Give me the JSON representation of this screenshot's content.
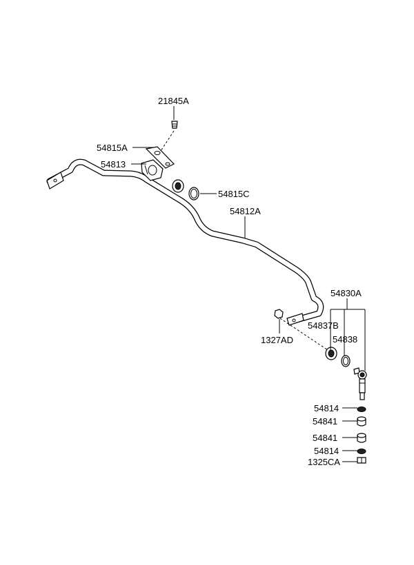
{
  "diagram": {
    "labels": {
      "p21845A": "21845A",
      "p54815A": "54815A",
      "p54813": "54813",
      "p54815C": "54815C",
      "p54812A": "54812A",
      "p54830A": "54830A",
      "p54837B": "54837B",
      "p54838": "54838",
      "p1327AD": "1327AD",
      "p54814a": "54814",
      "p54841a": "54841",
      "p54841b": "54841",
      "p54814b": "54814",
      "p1325CA": "1325CA"
    }
  }
}
